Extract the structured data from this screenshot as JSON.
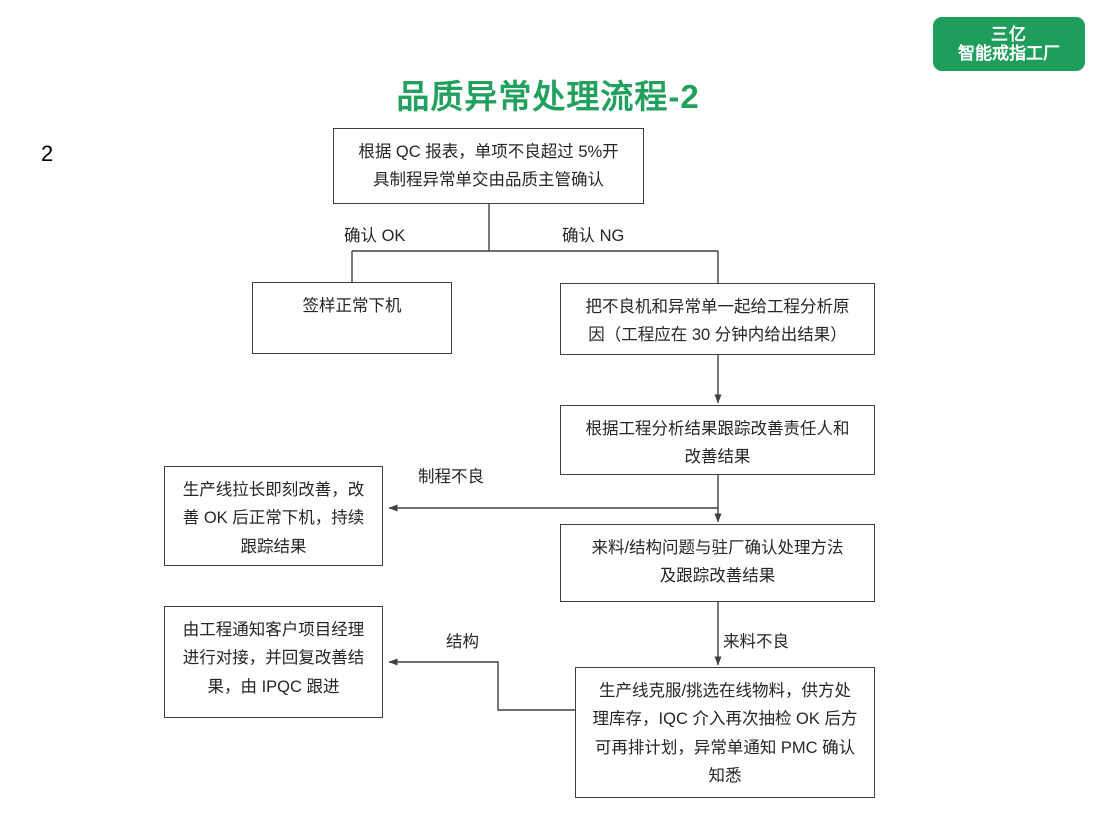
{
  "slide": {
    "page_number": "2",
    "title": "品质异常处理流程-2",
    "accent_color": "#22A05E",
    "badge_color": "#1E9E5A",
    "line_color": "#404040",
    "background": "#ffffff"
  },
  "brand": {
    "line1": "三亿",
    "line2": "智能戒指工厂"
  },
  "flowchart": {
    "type": "flowchart",
    "nodes": [
      {
        "id": "qc-report",
        "text": "根据 QC 报表，单项不良超过 5%开\n具制程异常单交由品质主管确认"
      },
      {
        "id": "sign-off",
        "text": "签样正常下机"
      },
      {
        "id": "engineering-analysis",
        "text": "把不良机和异常单一起给工程分析原\n因（工程应在 30 分钟内给出结果）"
      },
      {
        "id": "track-improvement",
        "text": "根据工程分析结果跟踪改善责任人和\n改善结果"
      },
      {
        "id": "line-leader-fix",
        "text": "生产线拉长即刻改善，改\n善 OK 后正常下机，持续\n跟踪结果"
      },
      {
        "id": "material-structure",
        "text": "来料/结构问题与驻厂确认处理方法\n及跟踪改善结果"
      },
      {
        "id": "notify-customer-pm",
        "text": "由工程通知客户项目经理\n进行对接，并回复改善结\n果，由 IPQC 跟进"
      },
      {
        "id": "supplier-handling",
        "text": "生产线克服/挑选在线物料，供方处\n理库存，IQC 介入再次抽检 OK 后方\n可再排计划，异常单通知 PMC 确认\n知悉"
      }
    ],
    "edge_labels": [
      {
        "id": "confirm-ok",
        "text": "确认 OK"
      },
      {
        "id": "confirm-ng",
        "text": "确认 NG"
      },
      {
        "id": "process-defect",
        "text": "制程不良"
      },
      {
        "id": "structure",
        "text": "结构"
      },
      {
        "id": "incoming-defect",
        "text": "来料不良"
      }
    ],
    "edges": [
      {
        "from": "qc-report",
        "to": "sign-off",
        "label": "确认 OK"
      },
      {
        "from": "qc-report",
        "to": "engineering-analysis",
        "label": "确认 NG"
      },
      {
        "from": "engineering-analysis",
        "to": "track-improvement",
        "label": ""
      },
      {
        "from": "track-improvement",
        "to": "line-leader-fix",
        "label": "制程不良"
      },
      {
        "from": "track-improvement",
        "to": "material-structure",
        "label": ""
      },
      {
        "from": "material-structure",
        "to": "supplier-handling",
        "label": "来料不良"
      },
      {
        "from": "supplier-handling",
        "to": "notify-customer-pm",
        "label": "结构"
      }
    ]
  }
}
